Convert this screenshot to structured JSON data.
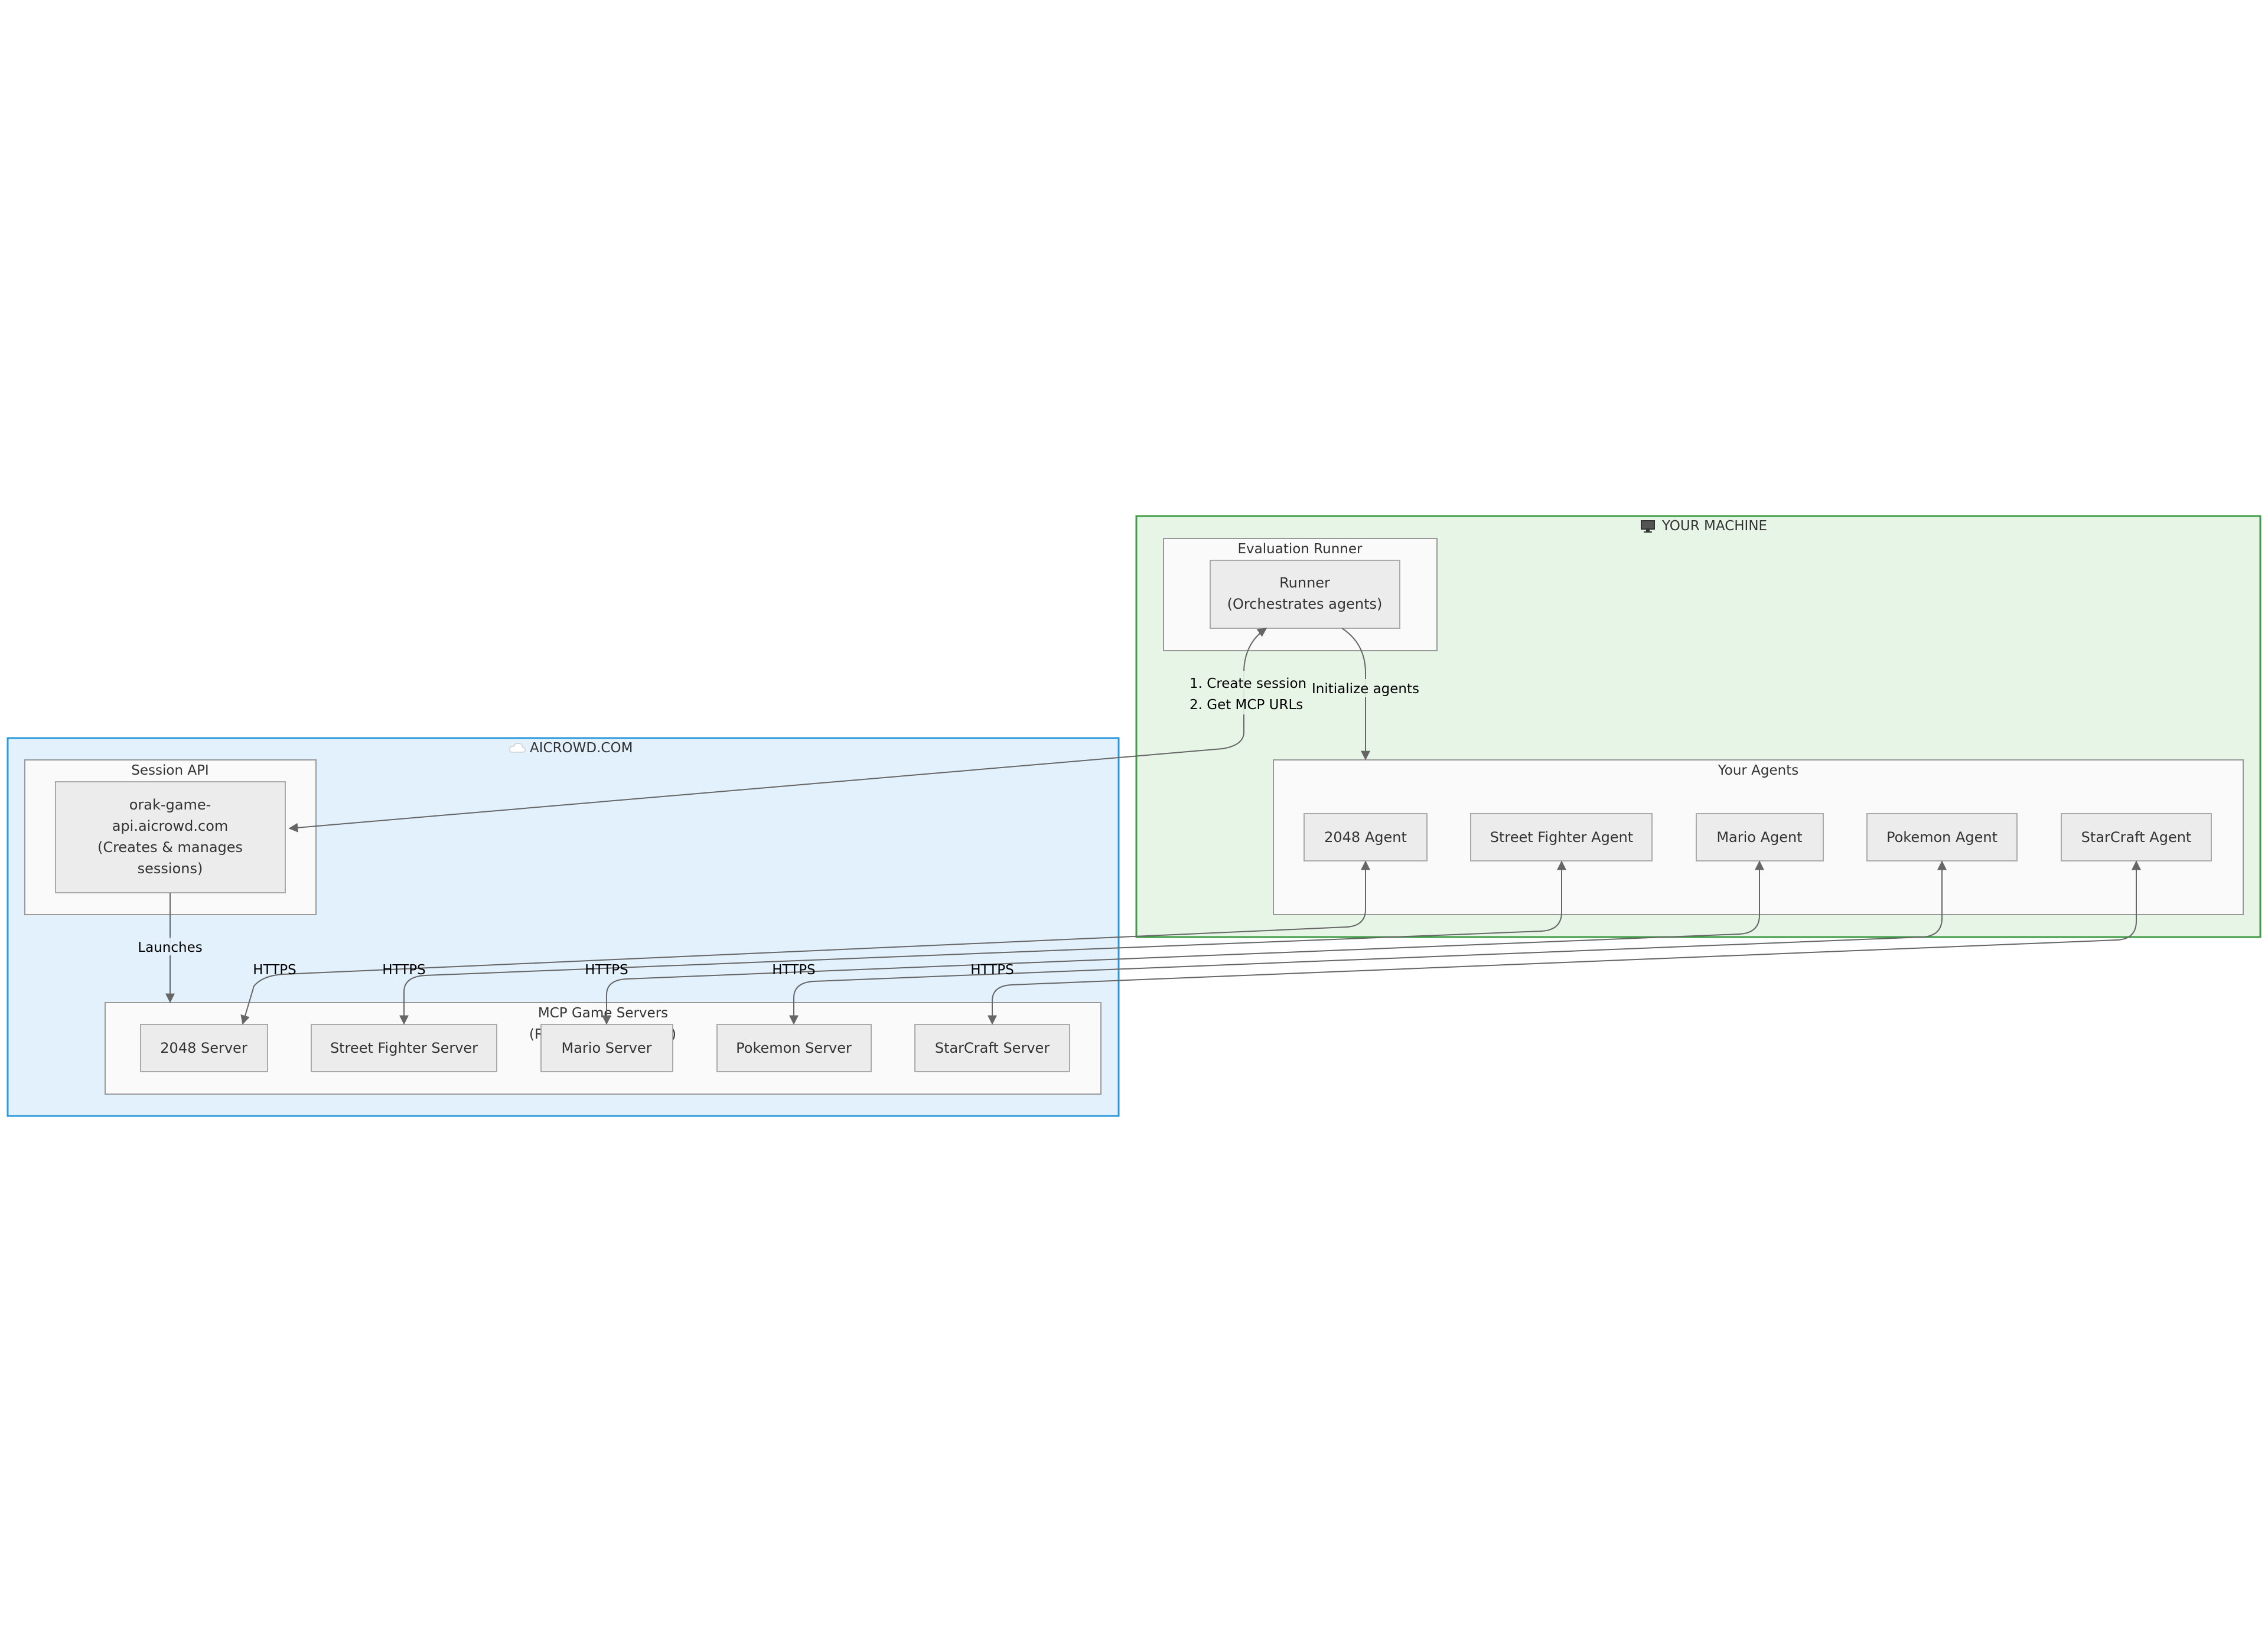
{
  "colors": {
    "aicrowd_bg": "#e3f1fc",
    "aicrowd_border": "#2c9ad8",
    "machine_bg": "#e7f5e7",
    "machine_border": "#3e9d45",
    "subgraph_bg": "#fafafa",
    "subgraph_border": "#999999",
    "node_bg": "#ececec",
    "node_border": "#aaaaaa",
    "edge": "#666666"
  },
  "groups": {
    "aicrowd": {
      "icon": "cloud-icon",
      "title": "AICROWD.COM"
    },
    "machine": {
      "icon": "computer-icon",
      "title": "YOUR MACHINE"
    },
    "session_api": {
      "title": "Session API"
    },
    "mcp_servers": {
      "title": "MCP Game Servers",
      "subtitle": "(R",
      "subtitle_end": ")"
    },
    "eval_runner": {
      "title": "Evaluation Runner"
    },
    "agents": {
      "title": "Your Agents"
    }
  },
  "nodes": {
    "session_api": {
      "lines": [
        "orak-game-",
        "api.aicrowd.com",
        "(Creates & manages",
        "sessions)"
      ]
    },
    "runner": {
      "lines": [
        "Runner",
        "(Orchestrates agents)"
      ]
    },
    "servers": [
      "2048 Server",
      "Street Fighter Server",
      "Mario Server",
      "Pokemon Server",
      "StarCraft Server"
    ],
    "agents": [
      "2048 Agent",
      "Street Fighter Agent",
      "Mario Agent",
      "Pokemon Agent",
      "StarCraft Agent"
    ]
  },
  "edges": {
    "launches": "Launches",
    "create_session": [
      "1. Create session",
      "2. Get MCP URLs"
    ],
    "initialize": "Initialize agents",
    "https": [
      "HTTPS",
      "HTTPS",
      "HTTPS",
      "HTTPS",
      "HTTPS"
    ]
  }
}
